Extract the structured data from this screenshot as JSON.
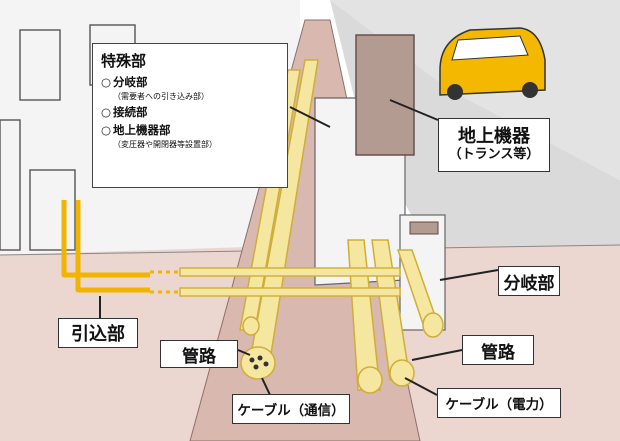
{
  "special_section": {
    "title": "特殊部",
    "items": [
      {
        "label": "分岐部",
        "note": "（需要者への引き込み部）"
      },
      {
        "label": "接続部",
        "note": ""
      },
      {
        "label": "地上機器部",
        "note": "（変圧器や開閉器等設置部）"
      }
    ]
  },
  "labels": {
    "ground_equipment": "地上機器",
    "ground_equipment_sub": "（トランス等）",
    "branch": "分岐部",
    "service_entrance": "引込部",
    "conduit_left": "管路",
    "conduit_right": "管路",
    "cable_comm": "ケーブル（通信）",
    "cable_power": "ケーブル（電力）"
  },
  "colors": {
    "sidewalk": "#ecd6d0",
    "road": "#e2e2e2",
    "pipe": "#f5e6a0",
    "pipe_stroke": "#cfae38",
    "cable": "#f1b400",
    "equipment_brown": "#b49b92",
    "car": "#f5b800"
  }
}
